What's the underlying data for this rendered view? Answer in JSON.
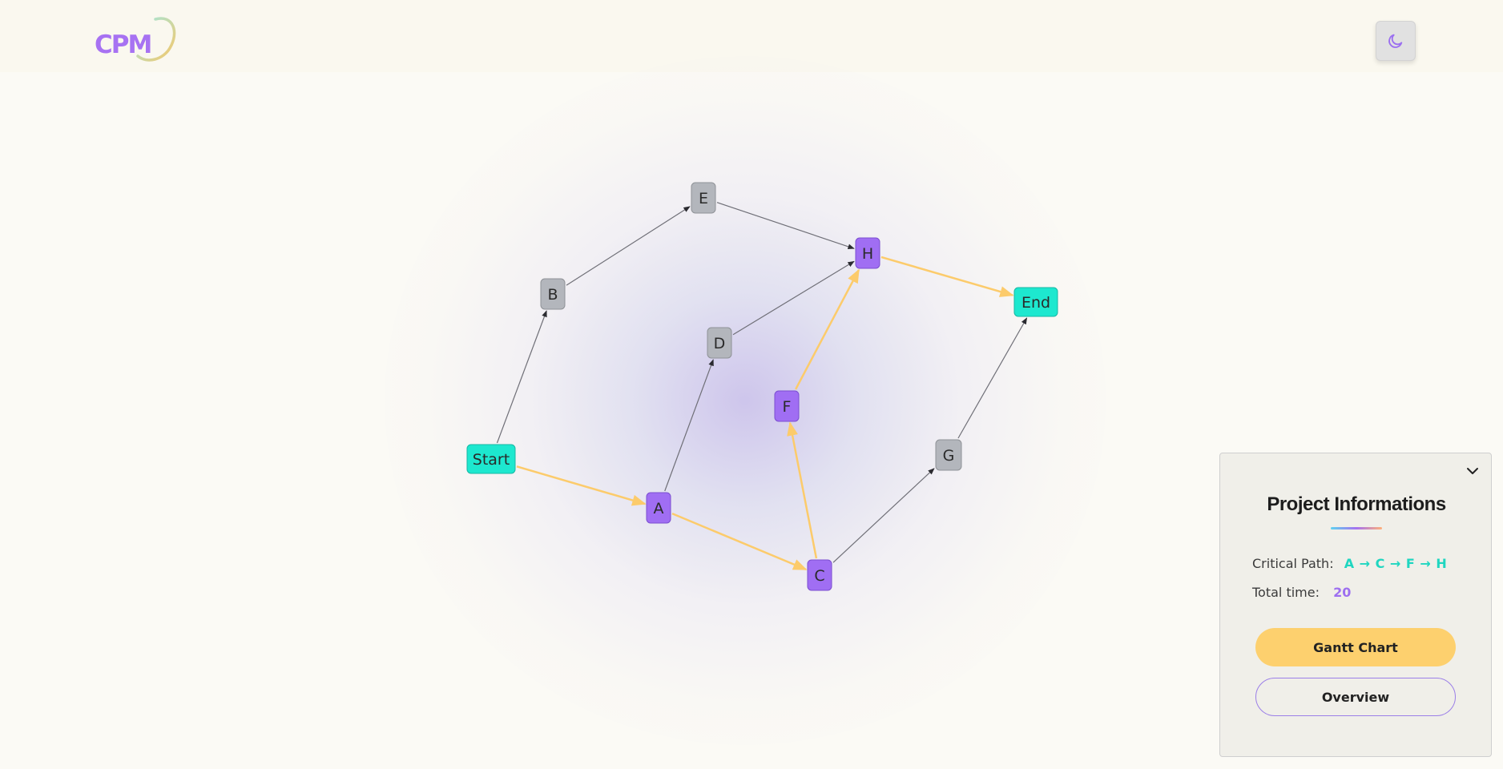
{
  "app": {
    "logo_text": "CPM"
  },
  "header": {
    "theme_toggle_icon": "moon-icon"
  },
  "graph": {
    "nodes": [
      {
        "id": "start",
        "label": "Start",
        "kind": "terminal"
      },
      {
        "id": "A",
        "label": "A",
        "kind": "critical"
      },
      {
        "id": "B",
        "label": "B",
        "kind": "normal"
      },
      {
        "id": "C",
        "label": "C",
        "kind": "critical"
      },
      {
        "id": "D",
        "label": "D",
        "kind": "normal"
      },
      {
        "id": "E",
        "label": "E",
        "kind": "normal"
      },
      {
        "id": "F",
        "label": "F",
        "kind": "critical"
      },
      {
        "id": "G",
        "label": "G",
        "kind": "normal"
      },
      {
        "id": "H",
        "label": "H",
        "kind": "critical"
      },
      {
        "id": "end",
        "label": "End",
        "kind": "terminal"
      }
    ],
    "edges": [
      {
        "from": "start",
        "to": "B",
        "critical": false
      },
      {
        "from": "B",
        "to": "E",
        "critical": false
      },
      {
        "from": "E",
        "to": "H",
        "critical": false
      },
      {
        "from": "A",
        "to": "D",
        "critical": false
      },
      {
        "from": "D",
        "to": "H",
        "critical": false
      },
      {
        "from": "C",
        "to": "G",
        "critical": false
      },
      {
        "from": "G",
        "to": "end",
        "critical": false
      },
      {
        "from": "start",
        "to": "A",
        "critical": true
      },
      {
        "from": "A",
        "to": "C",
        "critical": true
      },
      {
        "from": "C",
        "to": "F",
        "critical": true
      },
      {
        "from": "F",
        "to": "H",
        "critical": true
      },
      {
        "from": "H",
        "to": "end",
        "critical": true
      }
    ],
    "colors": {
      "terminal": "#1de8cf",
      "critical": "#a06ef3",
      "normal": "#b3b6bc",
      "critical_edge": "#fccb6b",
      "normal_edge": "#6f6f77"
    }
  },
  "panel": {
    "collapse_icon": "chevron-down-icon",
    "title": "Project Informations",
    "critical_path_label": "Critical Path:",
    "critical_path_value": "A → C → F → H",
    "total_time_label": "Total time:",
    "total_time_value": "20",
    "gantt_button": "Gantt Chart",
    "overview_button": "Overview"
  }
}
